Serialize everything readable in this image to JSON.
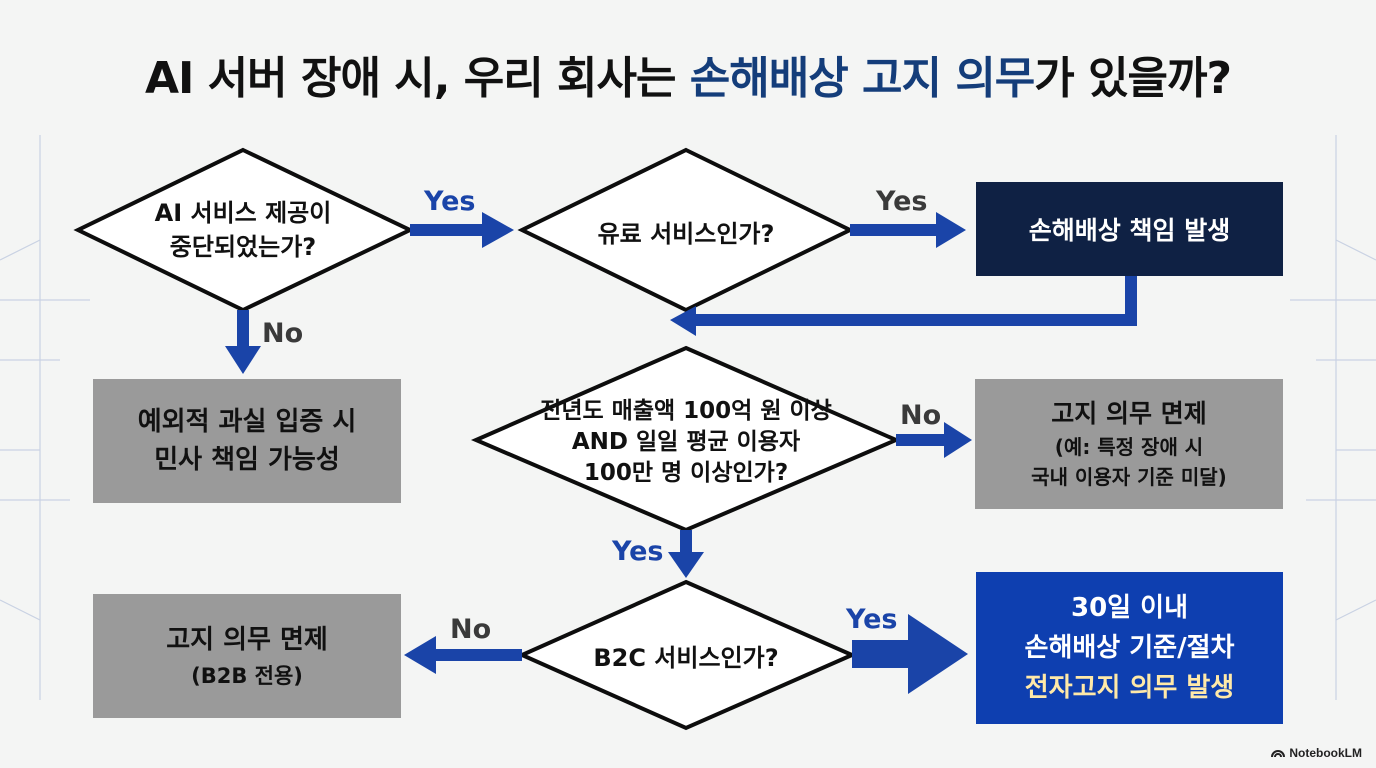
{
  "title": {
    "part1": "AI 서버 장애 시, 우리 회사는 ",
    "highlight": "손해배상 고지 의무",
    "part2": "가 있을까?"
  },
  "colors": {
    "navy": "#0f2144",
    "blue": "#0e3fb0",
    "grey": "#9a9a9a",
    "arrow": "#1a44a8",
    "title_highlight": "#143d7a"
  },
  "nodes": {
    "q1": {
      "line1": "AI 서비스 제공이",
      "line2": "중단되었는가?"
    },
    "q2": {
      "text": "유료 서비스인가?"
    },
    "r_liability": {
      "text": "손해배상 책임 발생"
    },
    "r_civil": {
      "line1": "예외적 과실 입증 시",
      "line2": "민사 책임 가능성"
    },
    "q3": {
      "line1": "전년도 매출액 100억 원 이상",
      "line2": "AND 일일 평균 이용자",
      "line3": "100만 명 이상인가?"
    },
    "r_exempt1": {
      "line1": "고지 의무 면제",
      "line2": "(예: 특정 장애 시",
      "line3": "국내 이용자 기준 미달)"
    },
    "q4": {
      "text": "B2C 서비스인가?"
    },
    "r_exempt2": {
      "line1": "고지 의무 면제",
      "line2": "(B2B 전용)"
    },
    "r_duty": {
      "line1": "30일 이내",
      "line2": "손해배상 기준/절차",
      "line3": "전자고지 의무 발생"
    }
  },
  "labels": {
    "yes1": "Yes",
    "yes2": "Yes",
    "no1": "No",
    "no2": "No",
    "yes3": "Yes",
    "no3": "No",
    "yes4": "Yes"
  },
  "brand": "NotebookLM"
}
